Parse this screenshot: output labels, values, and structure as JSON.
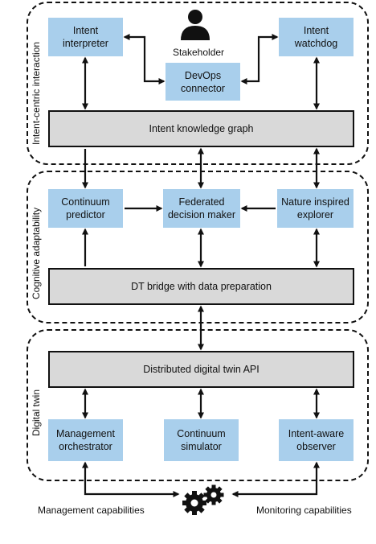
{
  "layers": {
    "intent": {
      "label": "Intent-centric interaction"
    },
    "cognitive": {
      "label": "Cognitive adaptability"
    },
    "twin": {
      "label": "Digital twin"
    }
  },
  "stakeholder": {
    "label": "Stakeholder",
    "icon": "person-icon"
  },
  "boxes": {
    "intent_interpreter": "Intent\ninterpreter",
    "intent_watchdog": "Intent\nwatchdog",
    "devops_connector": "DevOps\nconnector",
    "continuum_predictor": "Continuum\npredictor",
    "federated_decision_maker": "Federated\ndecision maker",
    "nature_inspired_explorer": "Nature inspired\nexplorer",
    "management_orchestrator": "Management\norchestrator",
    "continuum_simulator": "Continuum\nsimulator",
    "intent_aware_observer": "Intent-aware\nobserver"
  },
  "bars": {
    "intent_knowledge_graph": "Intent knowledge graph",
    "dt_bridge": "DT bridge with data preparation",
    "digital_twin_api": "Distributed digital twin API"
  },
  "captions": {
    "management_capabilities": "Management capabilities",
    "monitoring_capabilities": "Monitoring capabilities"
  },
  "colors": {
    "box_fill": "#a9cfec",
    "bar_fill": "#d9d9d9",
    "stroke": "#111111"
  },
  "icons": {
    "gears": "gears-icon"
  }
}
